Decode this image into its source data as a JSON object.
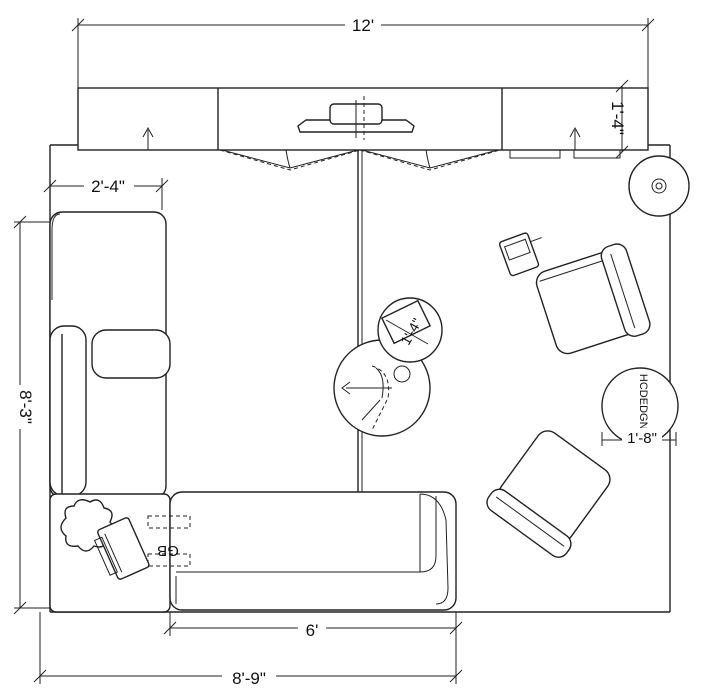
{
  "dimensions": {
    "overall_width": "12'",
    "cabinet_depth": "1'-4\"",
    "sofa_arm_width": "2'-4\"",
    "sofa_side_length": "8'-3\"",
    "sofa_front_length": "6'",
    "sofa_overall_length": "8'-9\"",
    "table_small": "1'-4\"",
    "table_side": "1'-8\""
  },
  "labels": {
    "floor_box": "GB",
    "side_table_text": "HCDEDGNG"
  },
  "colors": {
    "line": "#222222",
    "background": "#ffffff"
  }
}
